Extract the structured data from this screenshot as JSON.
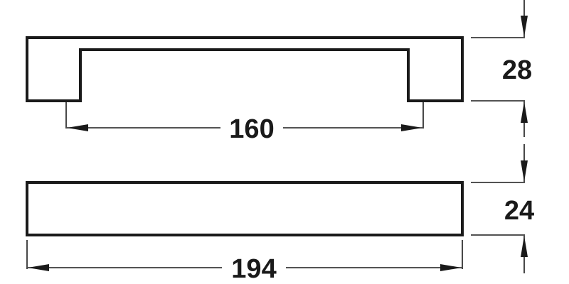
{
  "diagram": {
    "type": "technical-dimension-drawing",
    "subject": "cabinet handle",
    "colors": {
      "line": "#1a1a1a",
      "background": "#ffffff"
    },
    "views": [
      {
        "name": "front-view",
        "description": "handle elevation with legs"
      },
      {
        "name": "top-view",
        "description": "handle plan view bar"
      }
    ],
    "dimensions": {
      "hole_centers": {
        "label": "160",
        "value": 160,
        "unit": "mm",
        "orientation": "horizontal"
      },
      "overall_length": {
        "label": "194",
        "value": 194,
        "unit": "mm",
        "orientation": "horizontal"
      },
      "projection": {
        "label": "28",
        "value": 28,
        "unit": "mm",
        "orientation": "vertical"
      },
      "width": {
        "label": "24",
        "value": 24,
        "unit": "mm",
        "orientation": "vertical"
      }
    }
  }
}
